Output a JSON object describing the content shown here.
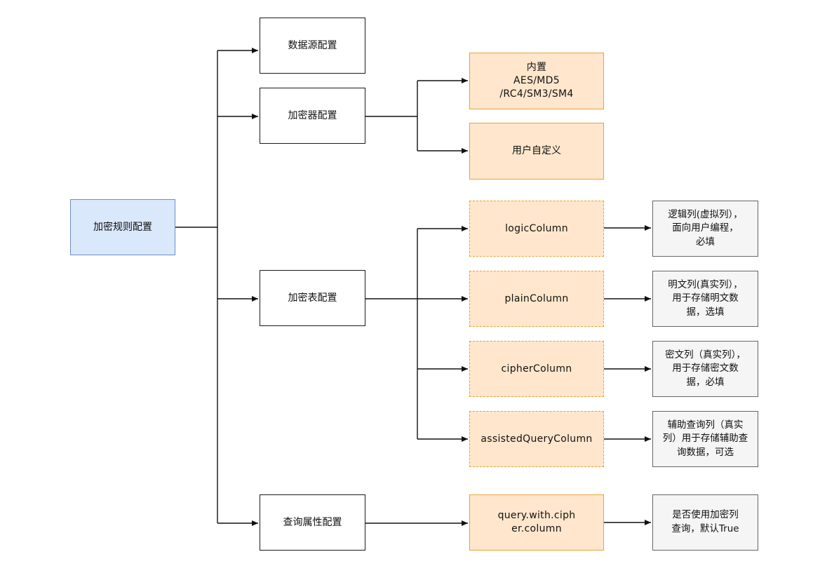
{
  "root": {
    "label": "加密规则配置"
  },
  "level1": {
    "datasource": "数据源配置",
    "encryptor": "加密器配置",
    "table": "加密表配置",
    "query_props": "查询属性配置"
  },
  "encryptors": {
    "builtin": "内置\nAES/MD5\n/RC4/SM3/SM4",
    "custom": "用户自定义"
  },
  "columns": {
    "logic": "logicColumn",
    "plain": "plainColumn",
    "cipher": "cipherColumn",
    "assisted": "assistedQueryColumn"
  },
  "query_option": "query.with.ciph\ner.column",
  "notes": {
    "logic": "逻辑列(虚拟列），\n面向用户编程，\n必填",
    "plain": "明文列(真实列），\n用于存储明文数\n据，选填",
    "cipher": "密文列（真实列），\n用于存储密文数\n据，必填",
    "assisted": "辅助查询列（真实\n列）用于存储辅助查\n询数据，可选",
    "query": "是否使用加密列\n查询，默认True"
  }
}
